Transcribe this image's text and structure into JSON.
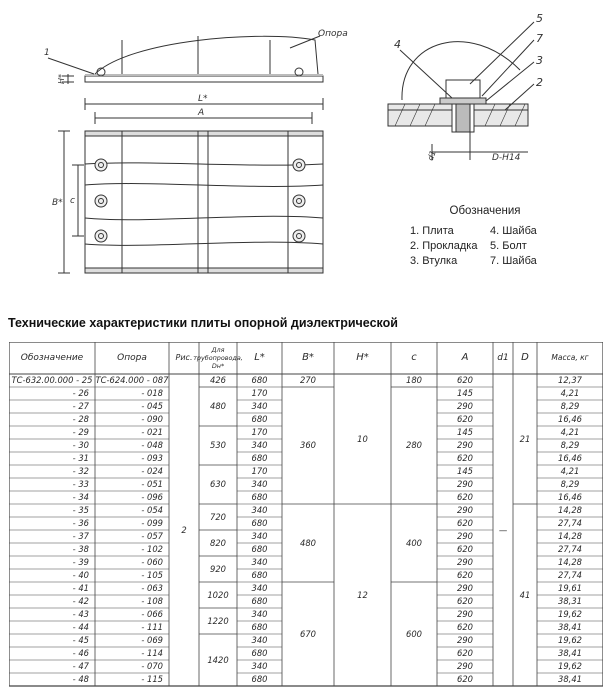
{
  "drawing": {
    "label_support": "Опора",
    "dim_L": "L*",
    "dim_A": "A",
    "dim_H": "H*",
    "dim_B": "B*",
    "dim_c": "c",
    "detail_callouts": [
      "1",
      "2",
      "3",
      "4",
      "5",
      "7"
    ],
    "dim_D": "D-H14",
    "dim_d1": "d1"
  },
  "legend": {
    "title": "Обозначения",
    "items": [
      "1. Плита",
      "4. Шайба",
      "2. Прокладка",
      "5. Болт",
      "3. Втулка",
      "7. Шайба"
    ]
  },
  "table": {
    "title": "Технические характеристики плиты опорной диэлектрической",
    "headers": {
      "designation": "Обозначение",
      "support": "Опора",
      "fig": "Рис.",
      "pipe": "Для трубопровода, Dн*",
      "L": "L*",
      "B": "B*",
      "H": "H*",
      "c": "c",
      "A": "A",
      "d1": "d1",
      "D": "D",
      "mass": "Масса, кг"
    },
    "rows": [
      {
        "des": "ТС-632.00.000 - 25",
        "sup": "ТС-624.000 - 087",
        "L": "680",
        "A": "620",
        "m": "12,37"
      },
      {
        "des": "- 26",
        "sup": "- 018",
        "L": "170",
        "A": "145",
        "m": "4,21"
      },
      {
        "des": "- 27",
        "sup": "- 045",
        "L": "340",
        "A": "290",
        "m": "8,29"
      },
      {
        "des": "- 28",
        "sup": "- 090",
        "L": "680",
        "A": "620",
        "m": "16,46"
      },
      {
        "des": "- 29",
        "sup": "- 021",
        "L": "170",
        "A": "145",
        "m": "4,21"
      },
      {
        "des": "- 30",
        "sup": "- 048",
        "L": "340",
        "A": "290",
        "m": "8,29"
      },
      {
        "des": "- 31",
        "sup": "- 093",
        "L": "680",
        "A": "620",
        "m": "16,46"
      },
      {
        "des": "- 32",
        "sup": "- 024",
        "L": "170",
        "A": "145",
        "m": "4,21"
      },
      {
        "des": "- 33",
        "sup": "- 051",
        "L": "340",
        "A": "290",
        "m": "8,29"
      },
      {
        "des": "- 34",
        "sup": "- 096",
        "L": "680",
        "A": "620",
        "m": "16,46"
      },
      {
        "des": "- 35",
        "sup": "- 054",
        "L": "340",
        "A": "290",
        "m": "14,28"
      },
      {
        "des": "- 36",
        "sup": "- 099",
        "L": "680",
        "A": "620",
        "m": "27,74"
      },
      {
        "des": "- 37",
        "sup": "- 057",
        "L": "340",
        "A": "290",
        "m": "14,28"
      },
      {
        "des": "- 38",
        "sup": "- 102",
        "L": "680",
        "A": "620",
        "m": "27,74"
      },
      {
        "des": "- 39",
        "sup": "- 060",
        "L": "340",
        "A": "290",
        "m": "14,28"
      },
      {
        "des": "- 40",
        "sup": "- 105",
        "L": "680",
        "A": "620",
        "m": "27,74"
      },
      {
        "des": "- 41",
        "sup": "- 063",
        "L": "340",
        "A": "290",
        "m": "19,61"
      },
      {
        "des": "- 42",
        "sup": "- 108",
        "L": "680",
        "A": "620",
        "m": "38,31"
      },
      {
        "des": "- 43",
        "sup": "- 066",
        "L": "340",
        "A": "290",
        "m": "19,62"
      },
      {
        "des": "- 44",
        "sup": "- 111",
        "L": "680",
        "A": "620",
        "m": "38,41"
      },
      {
        "des": "- 45",
        "sup": "- 069",
        "L": "340",
        "A": "290",
        "m": "19,62"
      },
      {
        "des": "- 46",
        "sup": "- 114",
        "L": "680",
        "A": "620",
        "m": "38,41"
      },
      {
        "des": "- 47",
        "sup": "- 070",
        "L": "340",
        "A": "290",
        "m": "19,62"
      },
      {
        "des": "- 48",
        "sup": "- 115",
        "L": "680",
        "A": "620",
        "m": "38,41"
      }
    ],
    "merged": {
      "fig": "2",
      "pipe": [
        {
          "v": "426",
          "from": 0,
          "to": 0
        },
        {
          "v": "480",
          "from": 1,
          "to": 3
        },
        {
          "v": "530",
          "from": 4,
          "to": 6
        },
        {
          "v": "630",
          "from": 7,
          "to": 9
        },
        {
          "v": "720",
          "from": 10,
          "to": 11
        },
        {
          "v": "820",
          "from": 12,
          "to": 13
        },
        {
          "v": "920",
          "from": 14,
          "to": 15
        },
        {
          "v": "1020",
          "from": 16,
          "to": 17
        },
        {
          "v": "1220",
          "from": 18,
          "to": 19
        },
        {
          "v": "1420",
          "from": 20,
          "to": 23
        }
      ],
      "B": [
        {
          "v": "270",
          "from": 0,
          "to": 0
        },
        {
          "v": "360",
          "from": 1,
          "to": 9
        },
        {
          "v": "480",
          "from": 10,
          "to": 15
        },
        {
          "v": "670",
          "from": 16,
          "to": 23
        }
      ],
      "H": [
        {
          "v": "10",
          "from": 0,
          "to": 9
        },
        {
          "v": "12",
          "from": 10,
          "to": 23
        }
      ],
      "c": [
        {
          "v": "180",
          "from": 0,
          "to": 0
        },
        {
          "v": "280",
          "from": 1,
          "to": 9
        },
        {
          "v": "400",
          "from": 10,
          "to": 15
        },
        {
          "v": "600",
          "from": 16,
          "to": 23
        }
      ],
      "d1": "—",
      "D": [
        {
          "v": "21",
          "from": 0,
          "to": 9
        },
        {
          "v": "41",
          "from": 10,
          "to": 23
        }
      ]
    }
  }
}
